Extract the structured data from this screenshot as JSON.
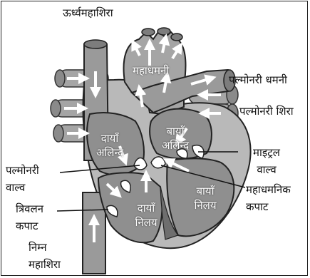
{
  "labels": {
    "superior_vena_cava": "ऊर्ध्वमहाशिरा",
    "aorta": "महाधमनी",
    "pulmonary_artery": "पल्मोनरी धमनी",
    "pulmonary_vein": "पल्मोनरी शिरा",
    "right_atrium_line1": "दायाँ",
    "right_atrium_line2": "अलिन्द",
    "left_atrium_line1": "बायाँ",
    "left_atrium_line2": "अलिन्द",
    "mitral_valve_line1": "माइट्रल",
    "mitral_valve_line2": "वाल्व",
    "pulmonary_valve_line1": "पल्मोनरी",
    "pulmonary_valve_line2": "वाल्व",
    "left_ventricle_line1": "बायाँ",
    "left_ventricle_line2": "निलय",
    "aortic_valve_line1": "महाधमनिक",
    "aortic_valve_line2": "कपाट",
    "tricuspid_valve_line1": "त्रिवलन",
    "tricuspid_valve_line2": "कपाट",
    "right_ventricle_line1": "दायाँ",
    "right_ventricle_line2": "निलय",
    "inferior_vena_cava_line1": "निम्न",
    "inferior_vena_cava_line2": "महाशिरा"
  },
  "colors": {
    "outer_tissue": "#b9b9b9",
    "chamber": "#8f8f8f",
    "vessel": "#9a9a9a",
    "dark": "#6e6e6e",
    "arrow": "#ffffff",
    "line": "#111111"
  }
}
